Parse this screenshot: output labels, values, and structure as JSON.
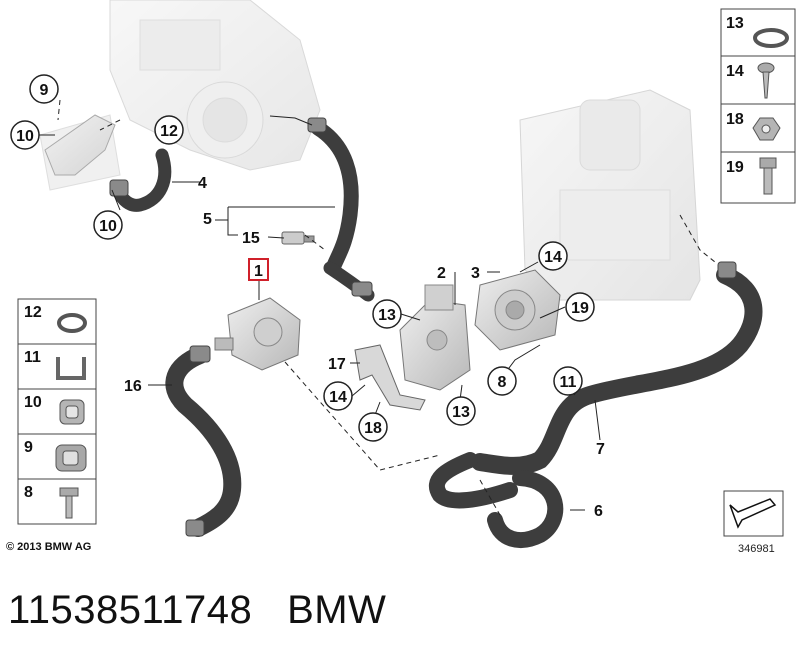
{
  "callouts": {
    "c9": "9",
    "c10a": "10",
    "c10b": "10",
    "c12": "12",
    "c4": "4",
    "c5": "5",
    "c15": "15",
    "c1": "1",
    "c2": "2",
    "c3": "3",
    "c14a": "14",
    "c19": "19",
    "c13a": "13",
    "c16": "16",
    "c17": "17",
    "c14b": "14",
    "c18": "18",
    "c13b": "13",
    "c8": "8",
    "c11": "11",
    "c7": "7",
    "c6": "6"
  },
  "legend_left": [
    "12",
    "11",
    "10",
    "9",
    "8"
  ],
  "legend_right": [
    "13",
    "14",
    "18",
    "19"
  ],
  "copyright": "© 2013 BMW AG",
  "diagram_id": "346981",
  "part_number": "11538511748",
  "brand": "BMW",
  "colors": {
    "highlight": "#d0202a",
    "hose": "#3d3d3d",
    "part_gray": "#c9c9c9",
    "line": "#222222"
  }
}
